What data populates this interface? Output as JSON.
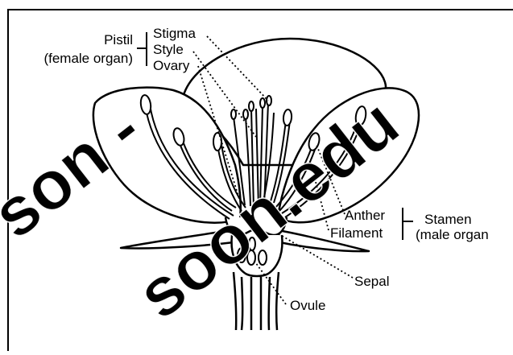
{
  "labels": {
    "pistil": "Pistil",
    "pistil_sub": "(female organ)",
    "stigma": "Stigma",
    "style": "Style",
    "ovary": "Ovary",
    "anther": "Anther",
    "filament": "Filament",
    "stamen": "Stamen",
    "stamen_sub": "(male organ",
    "sepal": "Sepal",
    "ovule": "Ovule"
  },
  "watermark": {
    "text": "son - soon.edu"
  },
  "colors": {
    "ink": "#000000",
    "background": "#ffffff"
  }
}
